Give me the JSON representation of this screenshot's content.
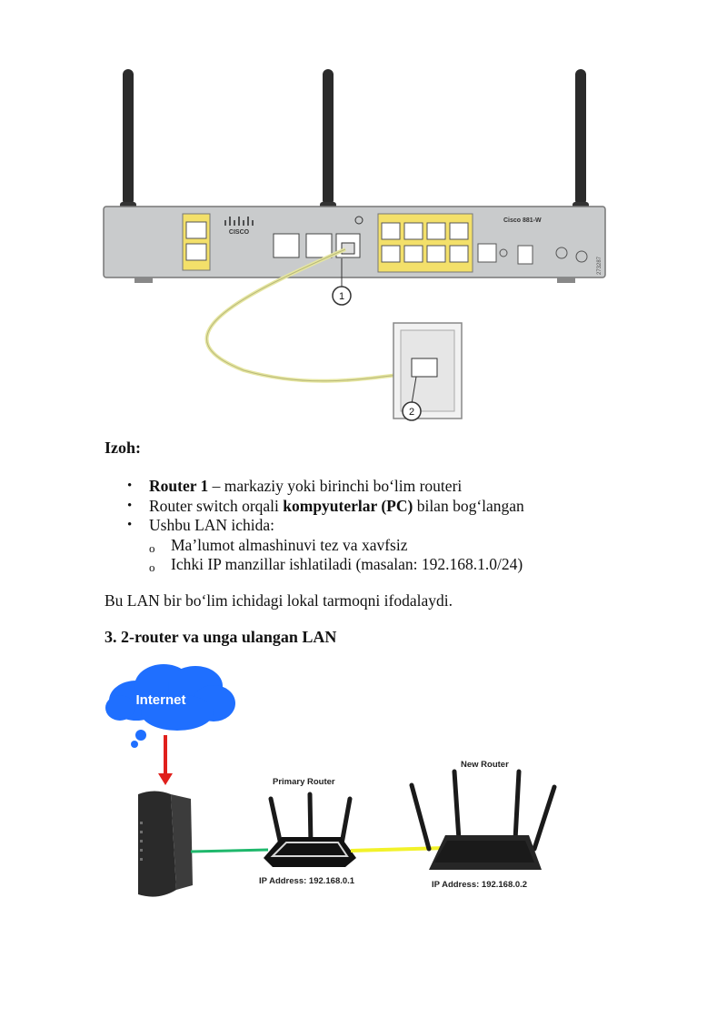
{
  "figure1": {
    "device_model": "Cisco 881-W",
    "brand": "CISCO",
    "callout_1": "1",
    "callout_2": "2",
    "side_code": "273287"
  },
  "izoh_heading": "Izoh:",
  "bullets": [
    {
      "bold": "Router 1",
      "text": " – markaziy yoki birinchi bo‘lim routeri"
    },
    {
      "pre": "Router switch orqali ",
      "bold": "kompyuterlar (PC)",
      "post": " bilan bog‘langan"
    },
    {
      "text": "Ushbu LAN ichida:"
    }
  ],
  "sub_bullets": [
    "Ma’lumot almashinuvi tez va xavfsiz",
    "Ichki IP manzillar ishlatiladi (masalan: 192.168.1.0/24)"
  ],
  "paragraph": "Bu LAN bir bo‘lim ichidagi lokal tarmoqni ifodalaydi.",
  "section3_heading": "3. 2-router va unga ulangan LAN",
  "figure2": {
    "cloud_label": "Internet",
    "primary_router_label": "Primary Router",
    "new_router_label": "New Router",
    "primary_ip": "IP Address: 192.168.0.1",
    "new_ip": "IP Address: 192.168.0.2"
  },
  "colors": {
    "cloud": "#1f6fff",
    "arrow": "#e0201c",
    "cable_green": "#1fb86c",
    "cable_yellow": "#f2f22a",
    "router_panel": "#c9cbcc",
    "port_yellow": "#f3e06a"
  }
}
